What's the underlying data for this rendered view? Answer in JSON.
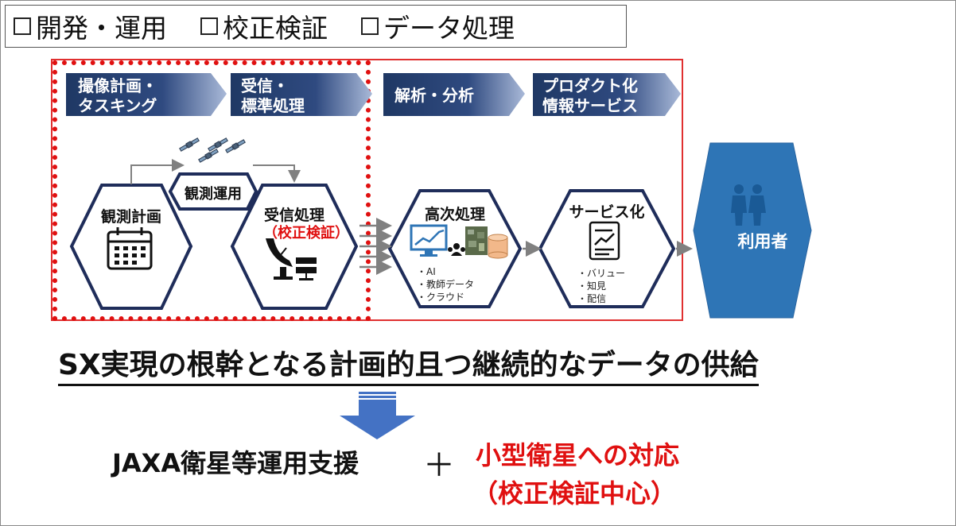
{
  "legend": {
    "items": [
      {
        "label": "開発・運用"
      },
      {
        "label": "校正検証"
      },
      {
        "label": "データ処理"
      }
    ]
  },
  "stages": [
    {
      "line1": "撮像計画・",
      "line2": "タスキング"
    },
    {
      "line1": "受信・",
      "line2": "標準処理"
    },
    {
      "line1": "解析・分析",
      "line2": ""
    },
    {
      "line1": "プロダクト化",
      "line2": "情報サービス"
    }
  ],
  "nodes": {
    "observation_plan": "観測計画",
    "observation_ops": "観測運用",
    "reception": "受信処理",
    "reception_sub": "（校正検証）",
    "higher_processing": "高次処理",
    "higher_items": [
      "・AI",
      "・教師データ",
      "・クラウド"
    ],
    "service": "サービス化",
    "service_items": [
      "・バリュー",
      "・知見",
      "・配信"
    ],
    "users": "利用者"
  },
  "headline": "SX実現の根幹となる計画的且つ継続的なデータの供給",
  "bottom": {
    "left": "JAXA衛星等運用支援",
    "plus": "＋",
    "right_line1": "小型衛星への対応",
    "right_line2": "（校正検証中心）"
  },
  "colors": {
    "navy": "#1f3864",
    "hex_border": "#1f2d5a",
    "user_blue": "#2e75b6",
    "red": "#e01010",
    "arrow_blue": "#4472c4"
  }
}
